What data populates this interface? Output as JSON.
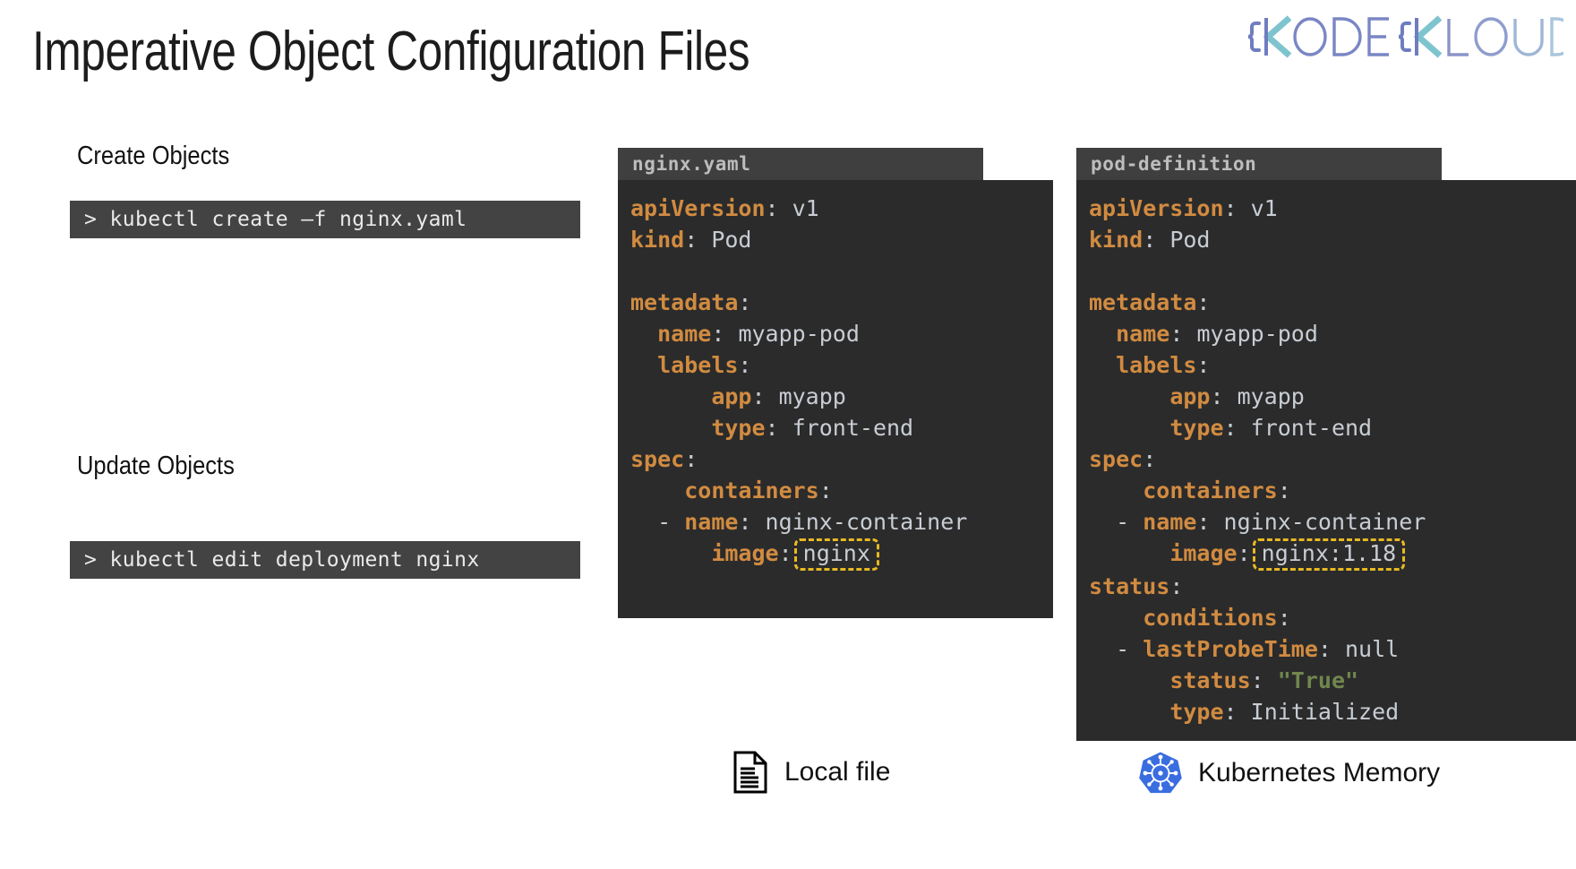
{
  "slide": {
    "title": "Imperative Object Configuration Files",
    "background": "#ffffff"
  },
  "logo": {
    "name": "kodekloud-logo",
    "text_parts": [
      "{K",
      "ODE",
      "{K",
      "LOUD"
    ],
    "colors": {
      "brace_purple": "#6f7dc0",
      "chevron_teal": "#7ec4cf",
      "word_purple": "#7a86c4",
      "word_light": "#9fc6dd"
    }
  },
  "left": {
    "create_label": "Create Objects",
    "create_command": "> kubectl create –f nginx.yaml",
    "update_label": "Update Objects",
    "update_command": "> kubectl edit deployment nginx",
    "terminal_bg": "#434343",
    "terminal_fg": "#eaeaea"
  },
  "panels": [
    {
      "id": "nginx-yaml",
      "filename": "nginx.yaml",
      "lines": [
        {
          "indent": 0,
          "key": "apiVersion",
          "colon": ":",
          "value": "v1"
        },
        {
          "indent": 0,
          "key": "kind",
          "colon": ":",
          "value": "Pod"
        },
        {
          "blank": true
        },
        {
          "indent": 0,
          "key": "metadata",
          "colon": ":",
          "value": ""
        },
        {
          "indent": 1,
          "key": "name",
          "colon": ":",
          "value": "myapp-pod"
        },
        {
          "indent": 1,
          "key": "labels",
          "colon": ":",
          "value": ""
        },
        {
          "indent": 3,
          "key": "app",
          "colon": ":",
          "value": "myapp"
        },
        {
          "indent": 3,
          "key": "type",
          "colon": ":",
          "value": "front-end"
        },
        {
          "indent": 0,
          "key": "spec",
          "colon": ":",
          "value": ""
        },
        {
          "indent": 2,
          "key": "containers",
          "colon": ":",
          "value": ""
        },
        {
          "indent": 1,
          "dash": "-",
          "key": "name",
          "colon": ":",
          "value": "nginx-container"
        },
        {
          "indent": 3,
          "key": "image",
          "colon": ":",
          "value": "nginx",
          "highlight": true
        }
      ]
    },
    {
      "id": "pod-definition",
      "filename": "pod-definition",
      "lines": [
        {
          "indent": 0,
          "key": "apiVersion",
          "colon": ":",
          "value": "v1"
        },
        {
          "indent": 0,
          "key": "kind",
          "colon": ":",
          "value": "Pod"
        },
        {
          "blank": true
        },
        {
          "indent": 0,
          "key": "metadata",
          "colon": ":",
          "value": ""
        },
        {
          "indent": 1,
          "key": "name",
          "colon": ":",
          "value": "myapp-pod"
        },
        {
          "indent": 1,
          "key": "labels",
          "colon": ":",
          "value": ""
        },
        {
          "indent": 3,
          "key": "app",
          "colon": ":",
          "value": "myapp"
        },
        {
          "indent": 3,
          "key": "type",
          "colon": ":",
          "value": "front-end"
        },
        {
          "indent": 0,
          "key": "spec",
          "colon": ":",
          "value": ""
        },
        {
          "indent": 2,
          "key": "containers",
          "colon": ":",
          "value": ""
        },
        {
          "indent": 1,
          "dash": "-",
          "key": "name",
          "colon": ":",
          "value": "nginx-container"
        },
        {
          "indent": 3,
          "key": "image",
          "colon": ":",
          "value": "nginx:1.18",
          "highlight": true
        },
        {
          "indent": 0,
          "key": "status",
          "colon": ":",
          "value": ""
        },
        {
          "indent": 2,
          "key": "conditions",
          "colon": ":",
          "value": ""
        },
        {
          "indent": 1,
          "dash": "-",
          "key": "lastProbeTime",
          "colon": ":",
          "value": "null"
        },
        {
          "indent": 3,
          "key": "status",
          "colon": ":",
          "value": "\"True\"",
          "value_style": "true"
        },
        {
          "indent": 3,
          "key": "type",
          "colon": ":",
          "value": "Initialized"
        }
      ]
    }
  ],
  "syntax_colors": {
    "key": "#d18b41",
    "value": "#c8cdd4",
    "true_value": "#70864e",
    "highlight_border": "#e8b923",
    "panel_bg": "#2b2b2b",
    "panel_header_bg": "#3f3f3f",
    "panel_header_fg": "#bdbdbd"
  },
  "legend": [
    {
      "icon": "document-icon",
      "label": "Local file"
    },
    {
      "icon": "kubernetes-icon",
      "label": "Kubernetes Memory",
      "icon_color": "#3a6ee0"
    }
  ]
}
